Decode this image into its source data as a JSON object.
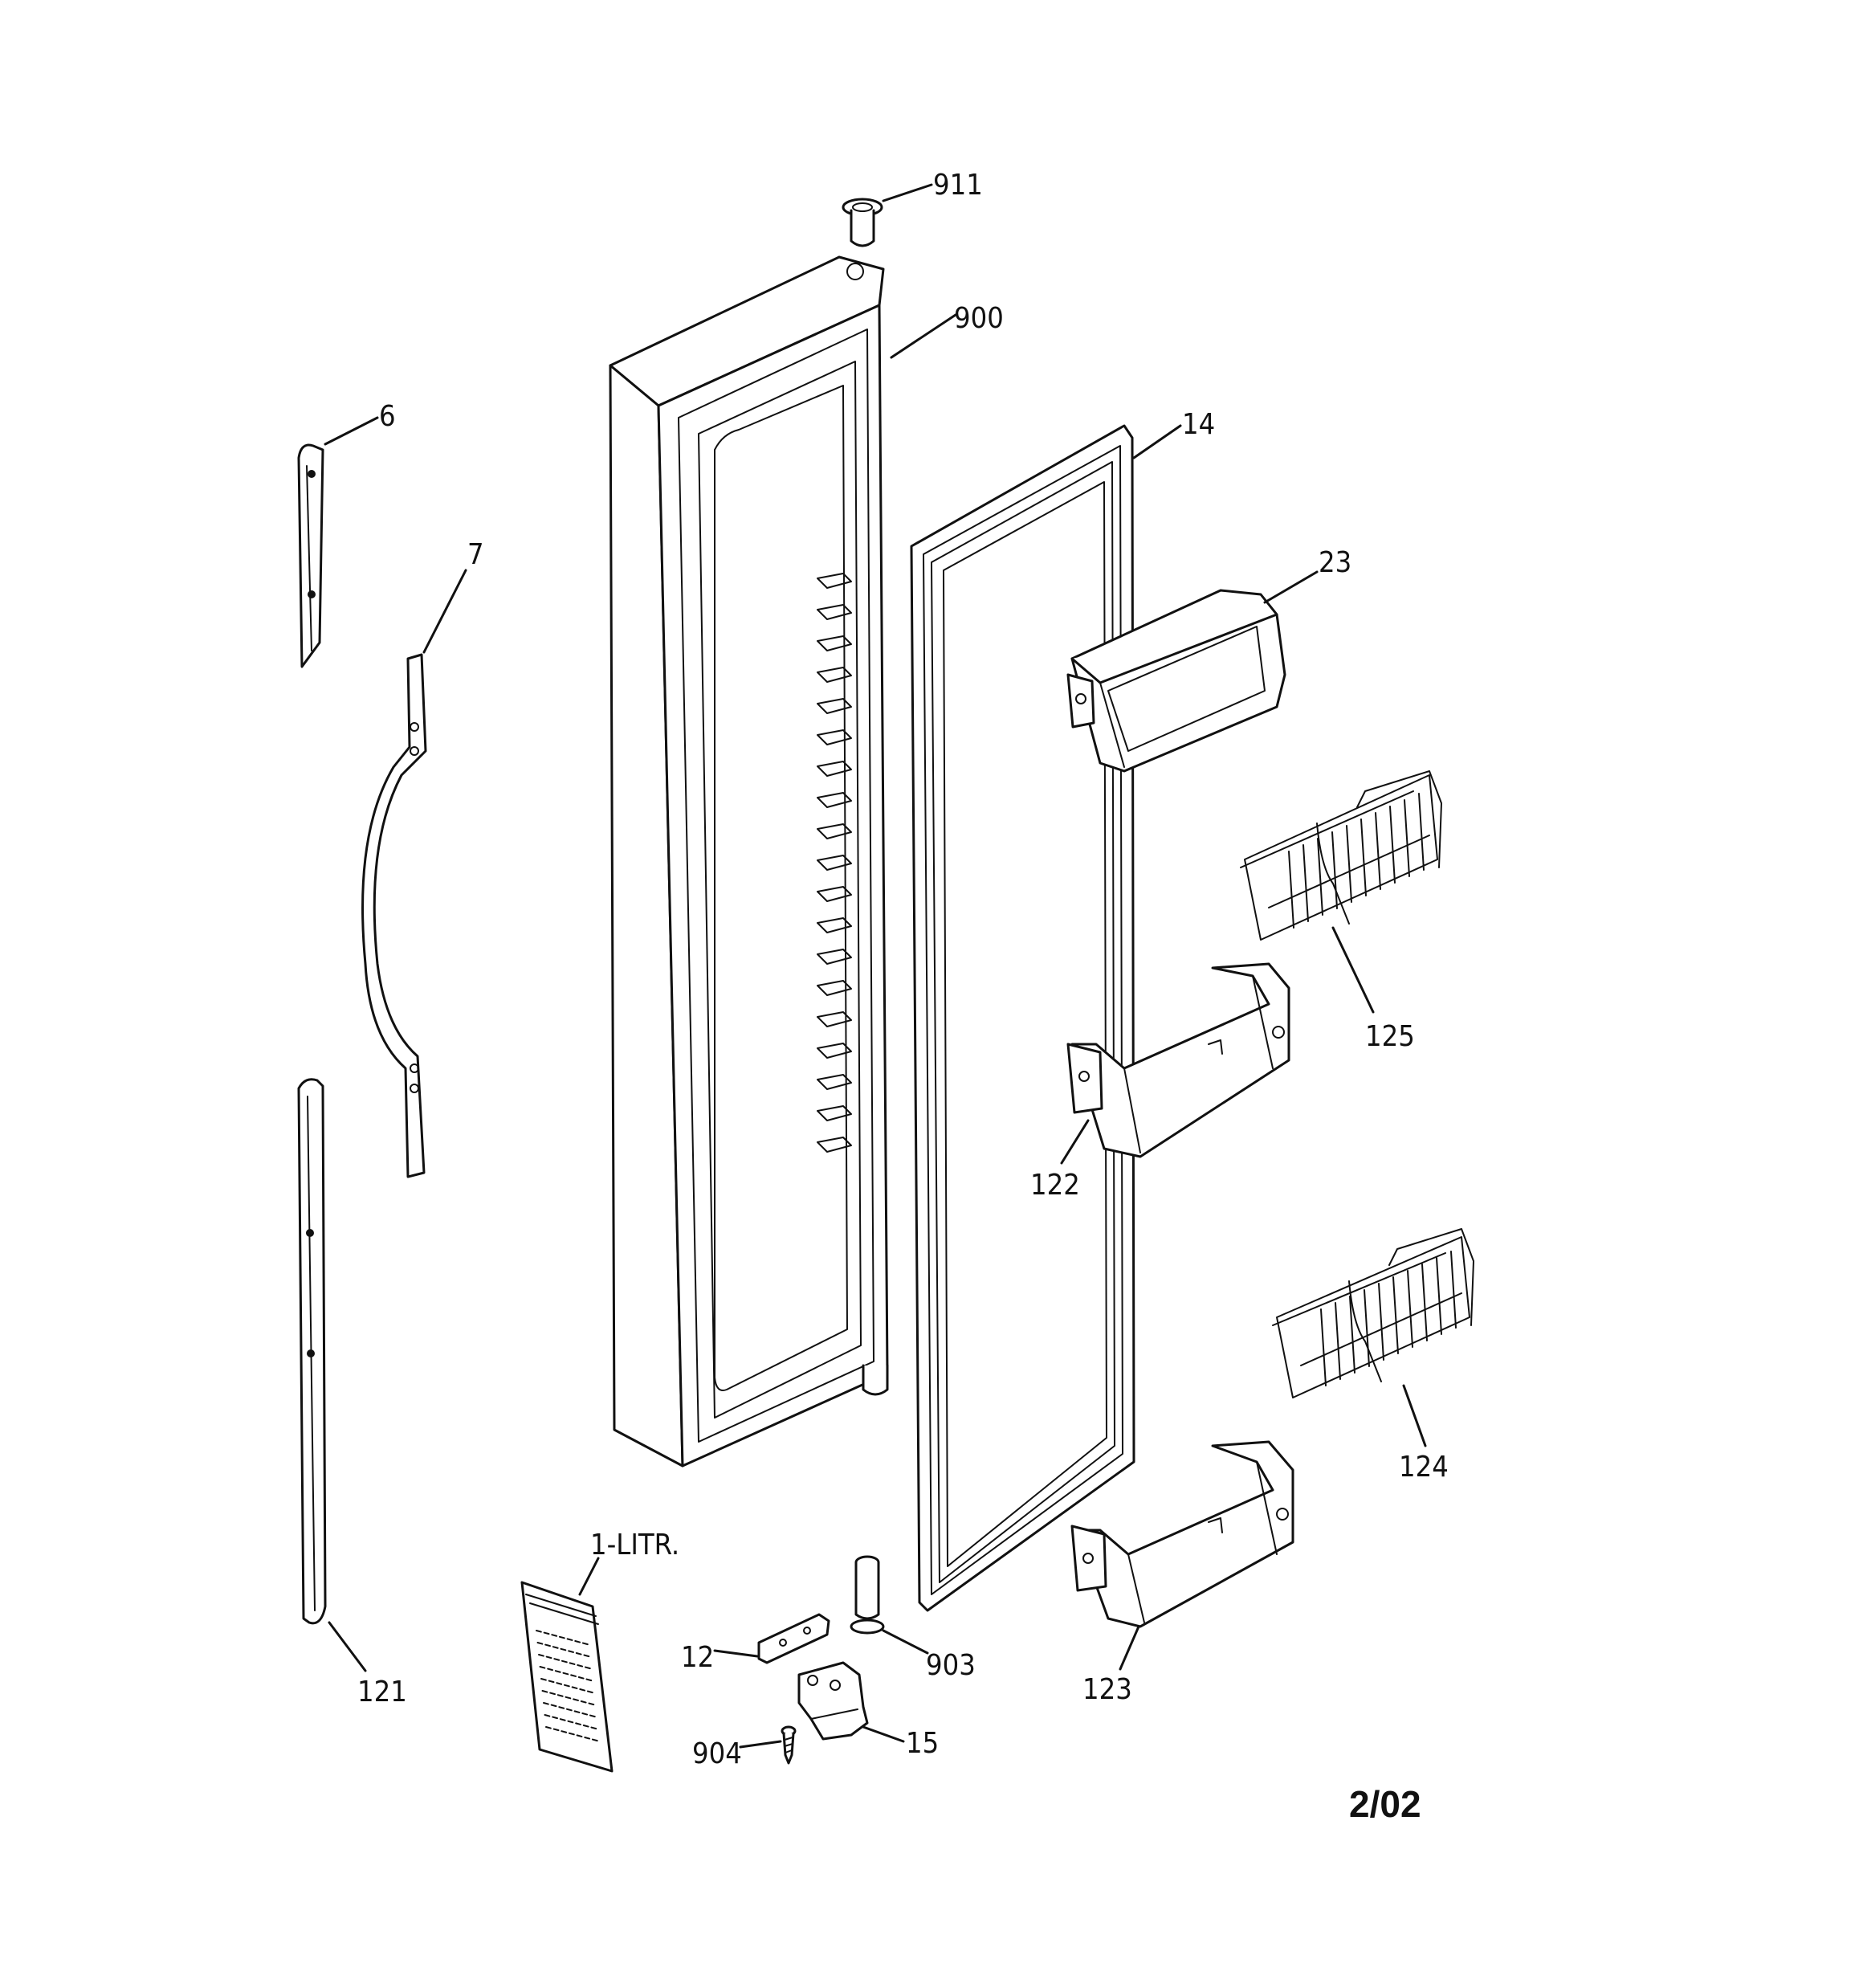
{
  "callouts": {
    "c911": "911",
    "c900": "900",
    "c6": "6",
    "c7": "7",
    "c14": "14",
    "c23": "23",
    "c125": "125",
    "c122": "122",
    "c124": "124",
    "c121": "121",
    "c1litr": "1-LITR.",
    "c12": "12",
    "c903": "903",
    "c123": "123",
    "c904": "904",
    "c15": "15"
  },
  "date_code": "2/02"
}
